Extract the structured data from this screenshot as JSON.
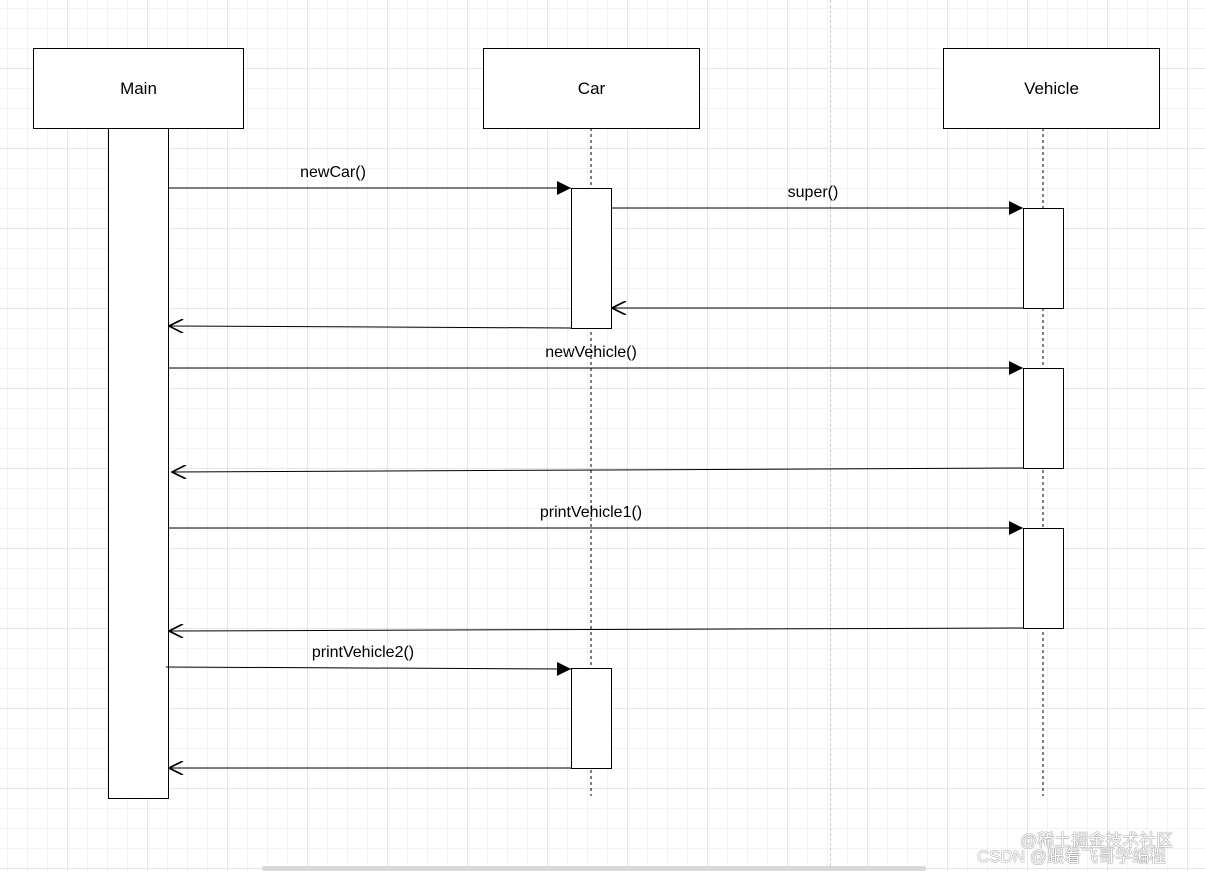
{
  "participants": [
    {
      "id": "main",
      "label": "Main"
    },
    {
      "id": "car",
      "label": "Car"
    },
    {
      "id": "vehicle",
      "label": "Vehicle"
    }
  ],
  "messages": [
    {
      "label": "newCar()",
      "from": "main",
      "to": "car",
      "kind": "call"
    },
    {
      "label": "super()",
      "from": "car",
      "to": "vehicle",
      "kind": "call"
    },
    {
      "label": "",
      "from": "vehicle",
      "to": "car",
      "kind": "return"
    },
    {
      "label": "",
      "from": "car",
      "to": "main",
      "kind": "return"
    },
    {
      "label": "newVehicle()",
      "from": "main",
      "to": "vehicle",
      "kind": "call"
    },
    {
      "label": "",
      "from": "vehicle",
      "to": "main",
      "kind": "return"
    },
    {
      "label": "printVehicle1()",
      "from": "main",
      "to": "vehicle",
      "kind": "call"
    },
    {
      "label": "",
      "from": "vehicle",
      "to": "main",
      "kind": "return"
    },
    {
      "label": "printVehicle2()",
      "from": "main",
      "to": "car",
      "kind": "call"
    },
    {
      "label": "",
      "from": "car",
      "to": "main",
      "kind": "return"
    }
  ],
  "watermark": {
    "line1": "@稀土掘金技术社区",
    "line2": "CSDN @跟着飞哥学编程"
  }
}
